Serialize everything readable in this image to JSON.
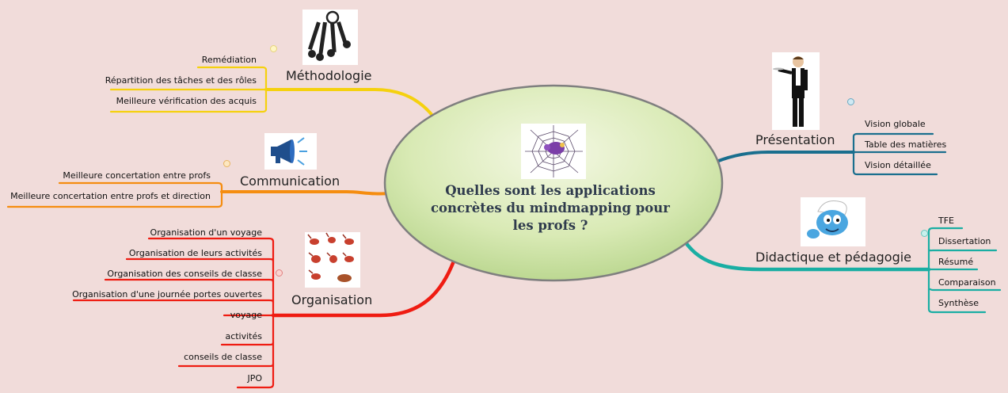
{
  "central": {
    "title": "Quelles sont les applications concrètes du mindmapping pour les profs ?",
    "icon": "spider-web-icon"
  },
  "branches": {
    "methodologie": {
      "label": "Méthodologie",
      "color": "#f5d10e",
      "icon": "keys-icon",
      "items": [
        "Remédiation",
        "Répartition des tâches et des rôles",
        "Meilleure vérification des acquis"
      ]
    },
    "communication": {
      "label": "Communication",
      "color": "#f58d10",
      "icon": "megaphone-icon",
      "items": [
        "Meilleure concertation entre profs",
        "Meilleure concertation entre profs et direction"
      ]
    },
    "organisation": {
      "label": "Organisation",
      "color": "#ef1c12",
      "icon": "lobsters-icon",
      "items": [
        "Organisation d'un voyage",
        "Organisation de leurs activités",
        "Organisation des conseils de classe",
        "Organisation d'une journée portes ouvertes",
        "voyage",
        "activités",
        "conseils de classe",
        "JPO"
      ]
    },
    "presentation": {
      "label": "Présentation",
      "color": "#1a6f8e",
      "icon": "waiter-icon",
      "items": [
        "Vision globale",
        "Table des matières",
        "Vision détaillée"
      ]
    },
    "didactique": {
      "label": "Didactique et pédagogie",
      "color": "#1aaea3",
      "icon": "smurf-icon",
      "items": [
        "TFE",
        "Dissertation",
        "Résumé",
        "Comparaison",
        "Synthèse"
      ]
    }
  }
}
